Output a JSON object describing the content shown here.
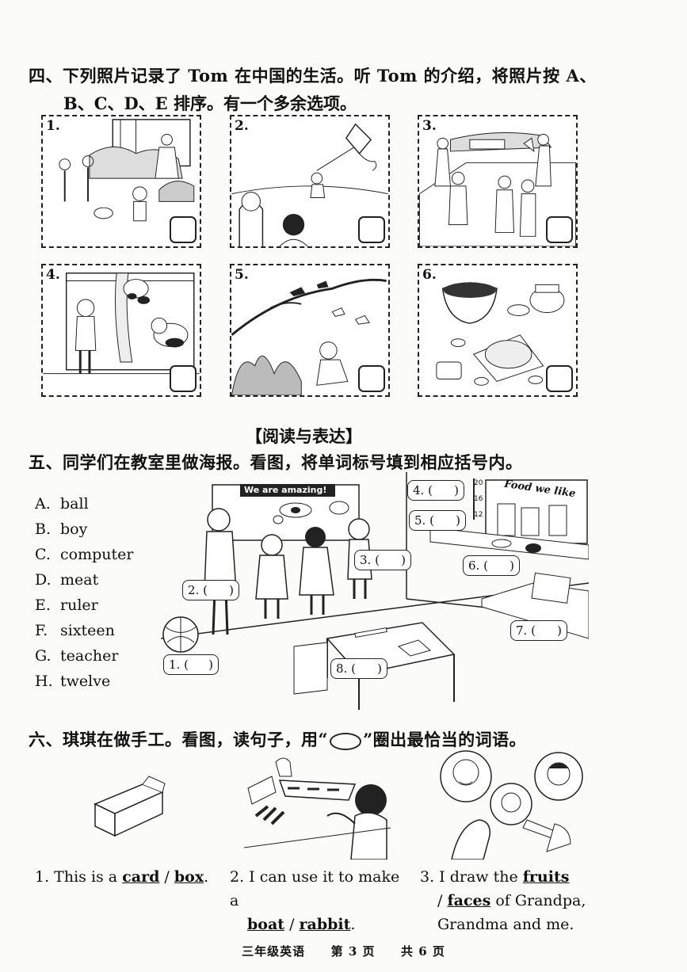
{
  "section4": {
    "title": "四、下列照片记录了 Tom 在中国的生活。听 Tom 的介绍，将照片按 A、",
    "title_cont": "B、C、D、E 排序。有一个多余选项。",
    "photos": [
      {
        "number": "1."
      },
      {
        "number": "2."
      },
      {
        "number": "3."
      },
      {
        "number": "4."
      },
      {
        "number": "5."
      },
      {
        "number": "6."
      }
    ]
  },
  "reading_heading": "【阅读与表达】",
  "section5": {
    "title": "五、同学们在教室里做海报。看图，将单词标号填到相应括号内。",
    "words": [
      {
        "letter": "A.",
        "word": "ball"
      },
      {
        "letter": "B.",
        "word": "boy"
      },
      {
        "letter": "C.",
        "word": "computer"
      },
      {
        "letter": "D.",
        "word": "meat"
      },
      {
        "letter": "E.",
        "word": "ruler"
      },
      {
        "letter": "F.",
        "word": "sixteen"
      },
      {
        "letter": "G.",
        "word": "teacher"
      },
      {
        "letter": "H.",
        "word": "twelve"
      }
    ],
    "poster_text": "We are amazing!",
    "board_text": "Food we like",
    "ruler_marks": [
      "20",
      "16",
      "12"
    ],
    "blanks": [
      "1. (",
      "2. (",
      "3. (",
      "4. (",
      "5. (",
      "6. (",
      "7. (",
      "8. ("
    ],
    "blank_close": ")"
  },
  "section6": {
    "title_pre": "六、琪琪在做手工。看图，读句子，用“",
    "title_post": "”圈出最恰当的词语。",
    "sentences": [
      {
        "pre": "1. This is a ",
        "opt1": "card",
        "sep": " / ",
        "opt2": "box",
        "post": "."
      },
      {
        "pre": "2. I can use it to make a",
        "opt1": "boat",
        "sep": " / ",
        "opt2": "rabbit",
        "post": "."
      },
      {
        "pre": "3. I draw the ",
        "opt1": "fruits",
        "sep": "/ ",
        "opt2": "faces",
        "post": " of Grandpa,",
        "line3": "Grandma and me."
      }
    ]
  },
  "footer": {
    "grade": "三年级英语",
    "page": "第 3 页",
    "total": "共 6 页"
  }
}
